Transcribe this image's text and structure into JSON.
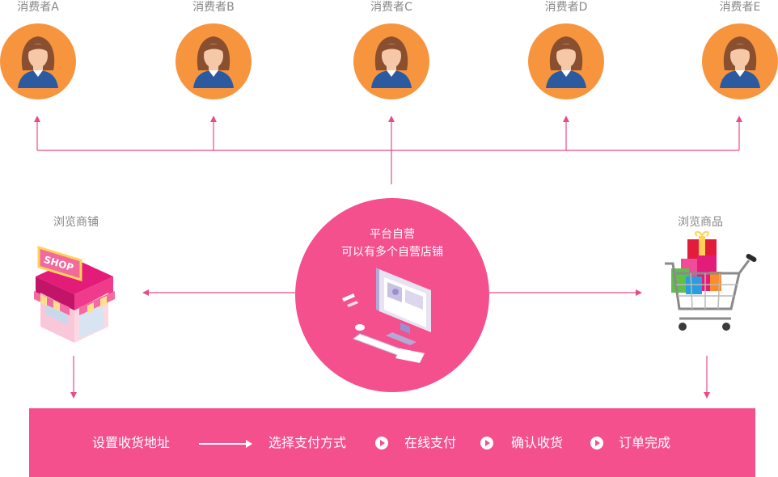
{
  "consumers": [
    {
      "label": "消费者A"
    },
    {
      "label": "消费者B"
    },
    {
      "label": "消费者C"
    },
    {
      "label": "消费者D"
    },
    {
      "label": "消费者E"
    }
  ],
  "left": {
    "label": "浏览商铺",
    "sign_text": "SHOP"
  },
  "right": {
    "label": "浏览商品"
  },
  "hub": {
    "title": "平台自营",
    "subtitle": "可以有多个自营店铺"
  },
  "flow": {
    "steps": [
      "设置收货地址",
      "选择支付方式",
      "在线支付",
      "确认收货",
      "订单完成"
    ]
  },
  "colors": {
    "accent": "#f4508d",
    "avatar": "#f7953f",
    "line": "#e84b8a",
    "label": "#888888"
  }
}
